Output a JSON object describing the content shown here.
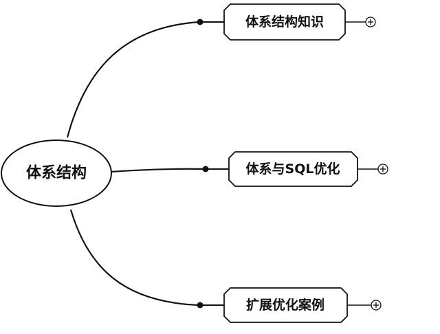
{
  "mindmap": {
    "central_topic": "体系结构",
    "branches": [
      {
        "label": "体系结构知识",
        "collapsed": true
      },
      {
        "label": "体系与SQL优化",
        "collapsed": true
      },
      {
        "label": "扩展优化案例",
        "collapsed": true
      }
    ],
    "colors": {
      "line": "#111111",
      "node_fill": "#ffffff",
      "text": "#111111",
      "background": "#ffffff"
    }
  }
}
